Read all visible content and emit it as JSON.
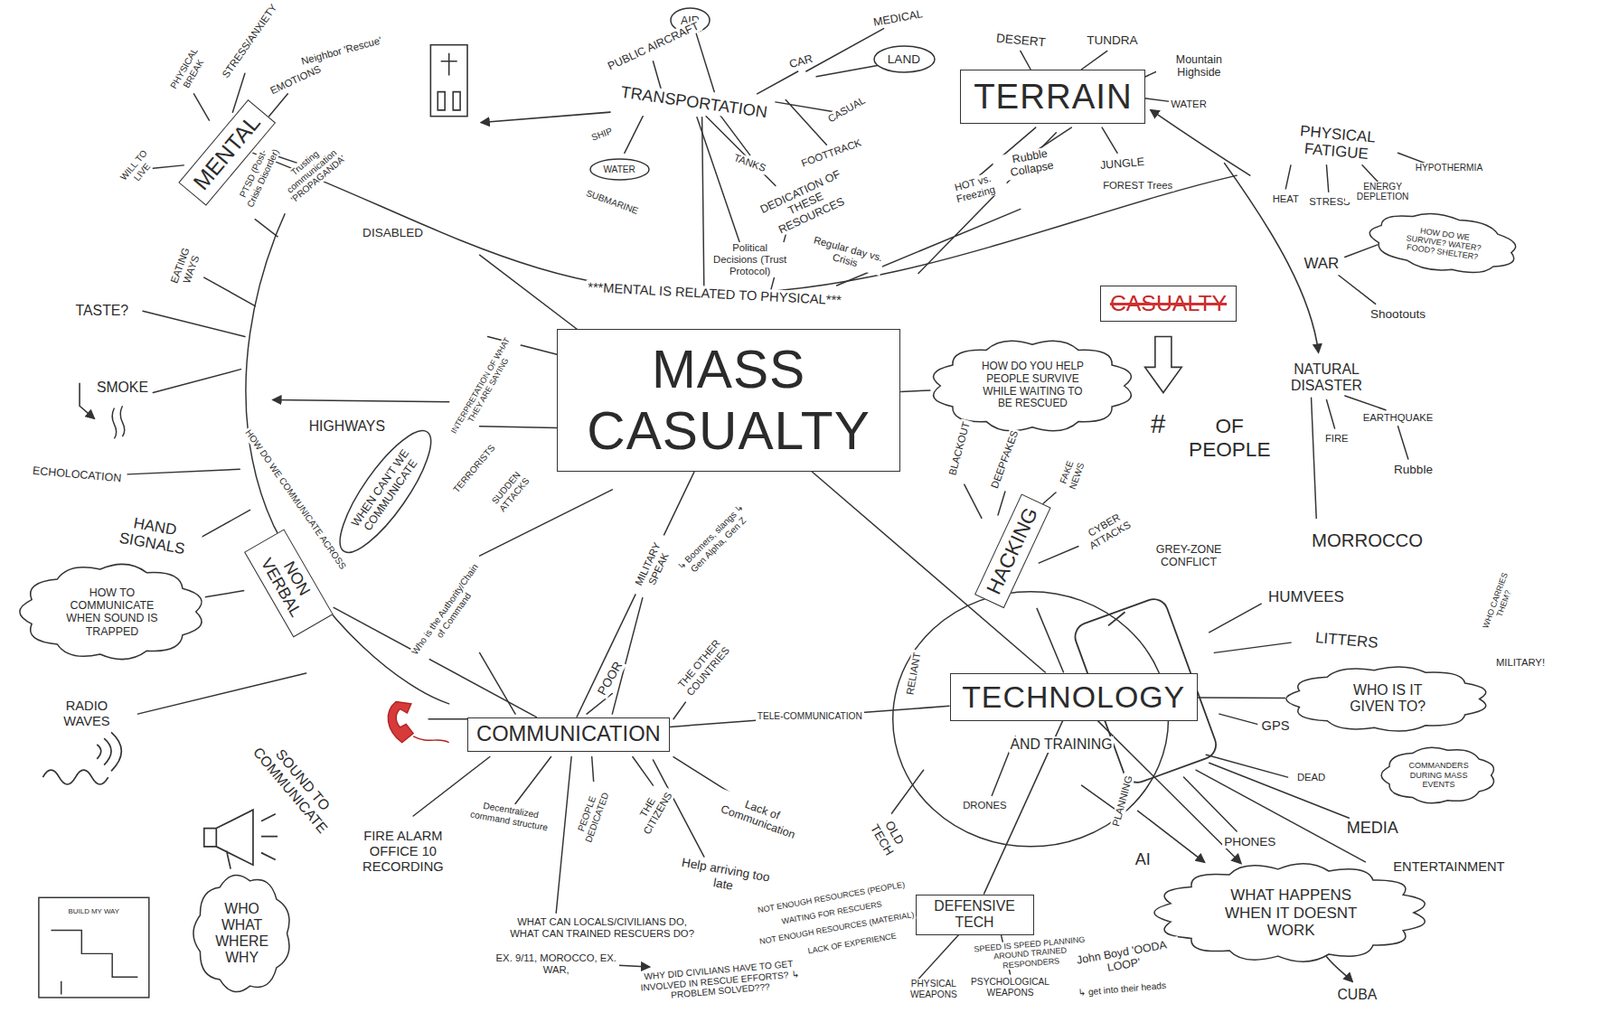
{
  "diagram": {
    "nodes": [
      {
        "text": [
          "AIR"
        ]
      },
      {
        "text": [
          "LAND"
        ]
      },
      {
        "text": [
          "TERRAIN"
        ]
      },
      {
        "text": [
          "MENTAL"
        ]
      },
      {
        "text": [
          "WATER"
        ]
      },
      {
        "text": [
          "CASUALTY"
        ]
      },
      {
        "text": [
          "HOW DO WE SURVIVE? WATER? FOOD? SHELTER?"
        ]
      },
      {
        "text": [
          "MASS CASUALTY"
        ]
      },
      {
        "text": [
          "HOW DO YOU HELP PEOPLE SURVIVE WHILE WAITING TO BE RESCUED"
        ]
      },
      {
        "text": [
          "WHEN CAN'T WE COMMUNICATE"
        ]
      },
      {
        "text": [
          "HACKING"
        ]
      },
      {
        "text": [
          "NON VERBAL"
        ]
      },
      {
        "text": [
          "HOW TO COMMUNICATE WHEN SOUND IS TRAPPED"
        ]
      },
      {
        "text": [
          "WHO IS IT GIVEN TO?"
        ]
      },
      {
        "text": [
          "TECHNOLOGY"
        ]
      },
      {
        "text": [
          "COMMUNICATION"
        ]
      },
      {
        "text": [
          "COMMANDERS DURING MASS EVENTS"
        ]
      },
      {
        "text": [
          "WHAT HAPPENS WHEN IT DOESNT WORK"
        ]
      },
      {
        "text": [
          "DEFENSIVE TECH"
        ]
      },
      {
        "text": [
          "WHO WHAT WHERE WHY"
        ]
      }
    ],
    "edges": [
      {
        "from": 7,
        "to": 15,
        "arrow": "none"
      },
      {
        "from": 7,
        "to": 14,
        "arrow": "none"
      },
      {
        "from": 7,
        "to": 8,
        "arrow": "none"
      },
      {
        "from": 15,
        "to": 14,
        "label": "TELE-COMMUNICATION",
        "arrow": "none"
      },
      {
        "from": 14,
        "to": 10,
        "arrow": "none"
      },
      {
        "from": 14,
        "to": 18,
        "arrow": "none"
      },
      {
        "from": 14,
        "to": 13,
        "arrow": "none"
      },
      {
        "from": 14,
        "to": 17,
        "arrow": "to"
      },
      {
        "from": 15,
        "to": 11,
        "arrow": "none"
      },
      {
        "from": 11,
        "to": 12,
        "arrow": "none"
      }
    ],
    "labels": [
      "PUBLIC AIRCRAFT",
      "MEDICAL",
      "CAR",
      "TRANSPORTATION",
      "CASUAL",
      "FOOTTRACK",
      "TANKS",
      "SHIP",
      "SUBMARINE",
      "DEDICATION OF THESE RESOURCES",
      "Political Decisions (Trust Protocol)",
      "Regular day vs. Crisis",
      "DESERT",
      "TUNDRA",
      "Mountain Highside",
      "WATER",
      "JUNGLE",
      "FOREST Trees",
      "Rubble Collapse",
      "HOT vs. Freezing",
      "PHYSICAL FATIGUE",
      "HYPOTHERMIA",
      "HEAT",
      "STRESS",
      "ENERGY DEPLETION",
      "WAR",
      "Shootouts",
      "NATURAL DISASTER",
      "FIRE",
      "EARTHQUAKE",
      "Rubble",
      "MORROCCO",
      "#",
      "OF PEOPLE",
      "***MENTAL IS RELATED TO PHYSICAL***",
      "PHYSICAL BREAK",
      "STRESS/ANXIETY",
      "EMOTIONS",
      "Neighbor 'Rescue'",
      "WILL TO LIVE",
      "PTSD (Post-Crisis Disorder)",
      "Trusting communication 'PROPAGANDA'",
      "DISABLED",
      "TASTE?",
      "EATING WAYS",
      "SMOKE",
      "ECHOLOCATION",
      "HOW DO WE COMMUNICATE ACROSS",
      "HIGHWAYS",
      "INTERPRETATION OF WHAT THEY ARE SAYING",
      "TERRORISTS",
      "SUDDEN ATTACKS",
      "HAND SIGNALS",
      "RADIO WAVES",
      "SOUND TO COMMUNICATE",
      "FIRE ALARM OFFICE 10 RECORDING",
      "Who is the Authority/Chain of Command",
      "MILITARY SPEAK",
      "↳ Boomers, slangs ↳ Gen Alpha, Gen Z",
      "POOR",
      "THE OTHER COUNTRIES",
      "AND TRAINING",
      "Decentralized command structure",
      "PEOPLE DEDICATED",
      "THE CITIZENS",
      "Lack of Communication",
      "Help arriving too late",
      "WHAT CAN LOCALS/CIVILIANS DO, WHAT CAN TRAINED RESCUERS DO?",
      "EX. 9/11, MOROCCO, EX. WAR,",
      "WHY DID CIVILIANS HAVE TO GET INVOLVED IN RESCUE EFFORTS? ↳ PROBLEM SOLVED???",
      "NOT ENOUGH RESOURCES (PEOPLE)",
      "WAITING FOR RESCUERS",
      "NOT ENOUGH RESOURCES (MATERIAL)",
      "LACK OF EXPERIENCE",
      "SPEED IS SPEED PLANNING AROUND TRAINED RESPONDERS",
      "PHYSICAL WEAPONS",
      "PSYCHOLOGICAL WEAPONS",
      "John Boyd 'OODA LOOP'",
      "↳ get into their heads",
      "BLACKOUT",
      "DEEPFAKES",
      "FAKE NEWS",
      "CYBER ATTACKS",
      "GREY-ZONE CONFLICT",
      "HUMVEES",
      "LITTERS",
      "WHO CARRIES THEM?",
      "MILITARY!",
      "GPS",
      "DEAD",
      "MEDIA",
      "ENTERTAINMENT",
      "PHONES",
      "AI",
      "PLANNING",
      "DRONES",
      "RELIANT",
      "OLD TECH",
      "CUBA",
      "BUILD MY WAY"
    ]
  }
}
